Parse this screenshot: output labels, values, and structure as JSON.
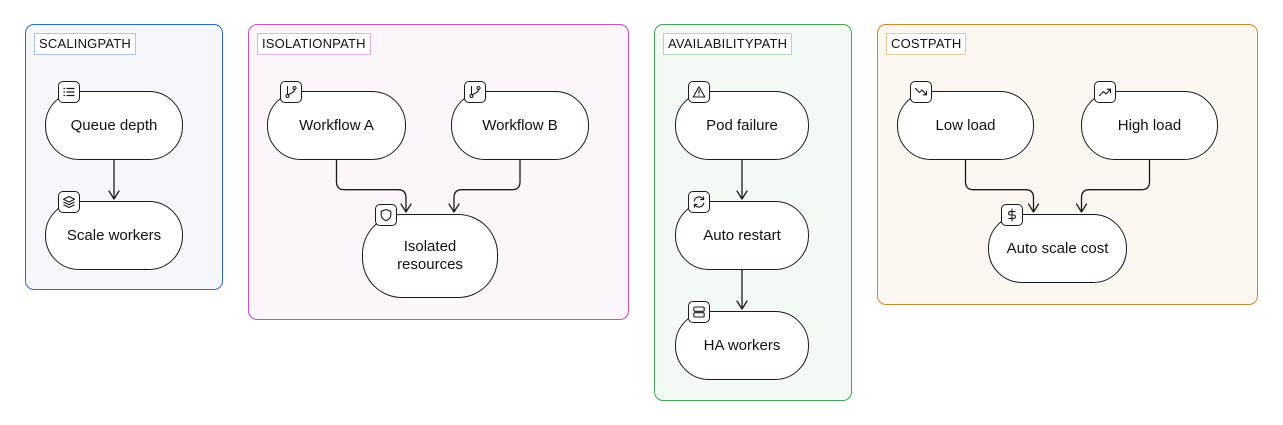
{
  "groups": {
    "scaling": {
      "label": "SCALINGPATH"
    },
    "isolation": {
      "label": "ISOLATIONPATH"
    },
    "availability": {
      "label": "AVAILABILITYPATH"
    },
    "cost": {
      "label": "COSTPATH"
    }
  },
  "nodes": {
    "queue_depth": {
      "label": "Queue depth",
      "icon": "list-icon"
    },
    "scale_workers": {
      "label": "Scale workers",
      "icon": "layers-icon"
    },
    "workflow_a": {
      "label": "Workflow A",
      "icon": "git-branch-icon"
    },
    "workflow_b": {
      "label": "Workflow B",
      "icon": "git-branch-icon"
    },
    "isolated_resources": {
      "label": "Isolated\nresources",
      "icon": "shield-icon"
    },
    "pod_failure": {
      "label": "Pod failure",
      "icon": "alert-triangle-icon"
    },
    "auto_restart": {
      "label": "Auto restart",
      "icon": "refresh-icon"
    },
    "ha_workers": {
      "label": "HA workers",
      "icon": "server-icon"
    },
    "low_load": {
      "label": "Low load",
      "icon": "trending-down-icon"
    },
    "high_load": {
      "label": "High load",
      "icon": "trending-up-icon"
    },
    "auto_scale_cost": {
      "label": "Auto scale cost",
      "icon": "dollar-icon"
    }
  },
  "edges": [
    {
      "from": "queue_depth",
      "to": "scale_workers"
    },
    {
      "from": "workflow_a",
      "to": "isolated_resources"
    },
    {
      "from": "workflow_b",
      "to": "isolated_resources"
    },
    {
      "from": "pod_failure",
      "to": "auto_restart"
    },
    {
      "from": "auto_restart",
      "to": "ha_workers"
    },
    {
      "from": "low_load",
      "to": "auto_scale_cost"
    },
    {
      "from": "high_load",
      "to": "auto_scale_cost"
    }
  ],
  "colors": {
    "scaling": "#2f6cc0",
    "isolation": "#c94ec4",
    "availability": "#4aa35a",
    "cost": "#c88a2e",
    "stroke": "#1a1a1a"
  }
}
